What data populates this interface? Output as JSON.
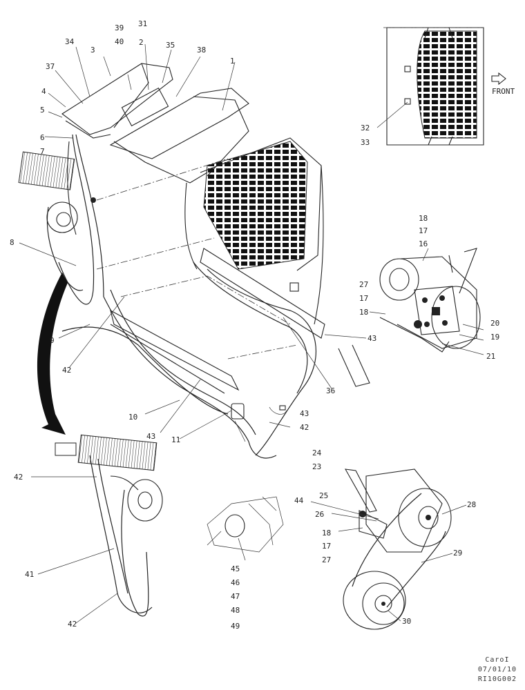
{
  "callouts": [
    {
      "id": "c1",
      "text": "1"
    },
    {
      "id": "c2",
      "text": "2"
    },
    {
      "id": "c3",
      "text": "3"
    },
    {
      "id": "c4",
      "text": "4"
    },
    {
      "id": "c5",
      "text": "5"
    },
    {
      "id": "c6",
      "text": "6"
    },
    {
      "id": "c7",
      "text": "7"
    },
    {
      "id": "c8",
      "text": "8"
    },
    {
      "id": "c9",
      "text": "9"
    },
    {
      "id": "c10",
      "text": "10"
    },
    {
      "id": "c11",
      "text": "11"
    },
    {
      "id": "c16",
      "text": "16"
    },
    {
      "id": "c17a",
      "text": "17"
    },
    {
      "id": "c17b",
      "text": "17"
    },
    {
      "id": "c17c",
      "text": "17"
    },
    {
      "id": "c18a",
      "text": "18"
    },
    {
      "id": "c18b",
      "text": "18"
    },
    {
      "id": "c18c",
      "text": "18"
    },
    {
      "id": "c19",
      "text": "19"
    },
    {
      "id": "c20",
      "text": "20"
    },
    {
      "id": "c21",
      "text": "21"
    },
    {
      "id": "c23",
      "text": "23"
    },
    {
      "id": "c24",
      "text": "24"
    },
    {
      "id": "c25",
      "text": "25"
    },
    {
      "id": "c26",
      "text": "26"
    },
    {
      "id": "c27a",
      "text": "27"
    },
    {
      "id": "c27b",
      "text": "27"
    },
    {
      "id": "c28",
      "text": "28"
    },
    {
      "id": "c29",
      "text": "29"
    },
    {
      "id": "c30",
      "text": "30"
    },
    {
      "id": "c31",
      "text": "31"
    },
    {
      "id": "c32",
      "text": "32"
    },
    {
      "id": "c33",
      "text": "33"
    },
    {
      "id": "c34",
      "text": "34"
    },
    {
      "id": "c35",
      "text": "35"
    },
    {
      "id": "c36",
      "text": "36"
    },
    {
      "id": "c37",
      "text": "37"
    },
    {
      "id": "c38",
      "text": "38"
    },
    {
      "id": "c39",
      "text": "39"
    },
    {
      "id": "c40",
      "text": "40"
    },
    {
      "id": "c41",
      "text": "41"
    },
    {
      "id": "c42a",
      "text": "42"
    },
    {
      "id": "c42b",
      "text": "42"
    },
    {
      "id": "c42c",
      "text": "42"
    },
    {
      "id": "c42d",
      "text": "42"
    },
    {
      "id": "c43a",
      "text": "43"
    },
    {
      "id": "c43b",
      "text": "43"
    },
    {
      "id": "c43c",
      "text": "43"
    },
    {
      "id": "c44",
      "text": "44"
    },
    {
      "id": "c45",
      "text": "45"
    },
    {
      "id": "c46",
      "text": "46"
    },
    {
      "id": "c47",
      "text": "47"
    },
    {
      "id": "c48",
      "text": "48"
    },
    {
      "id": "c49",
      "text": "49"
    }
  ],
  "front_label": "FRONT",
  "stamp": {
    "line1": "CaroI",
    "line2": "07/01/10",
    "line3": "RI10G002"
  }
}
